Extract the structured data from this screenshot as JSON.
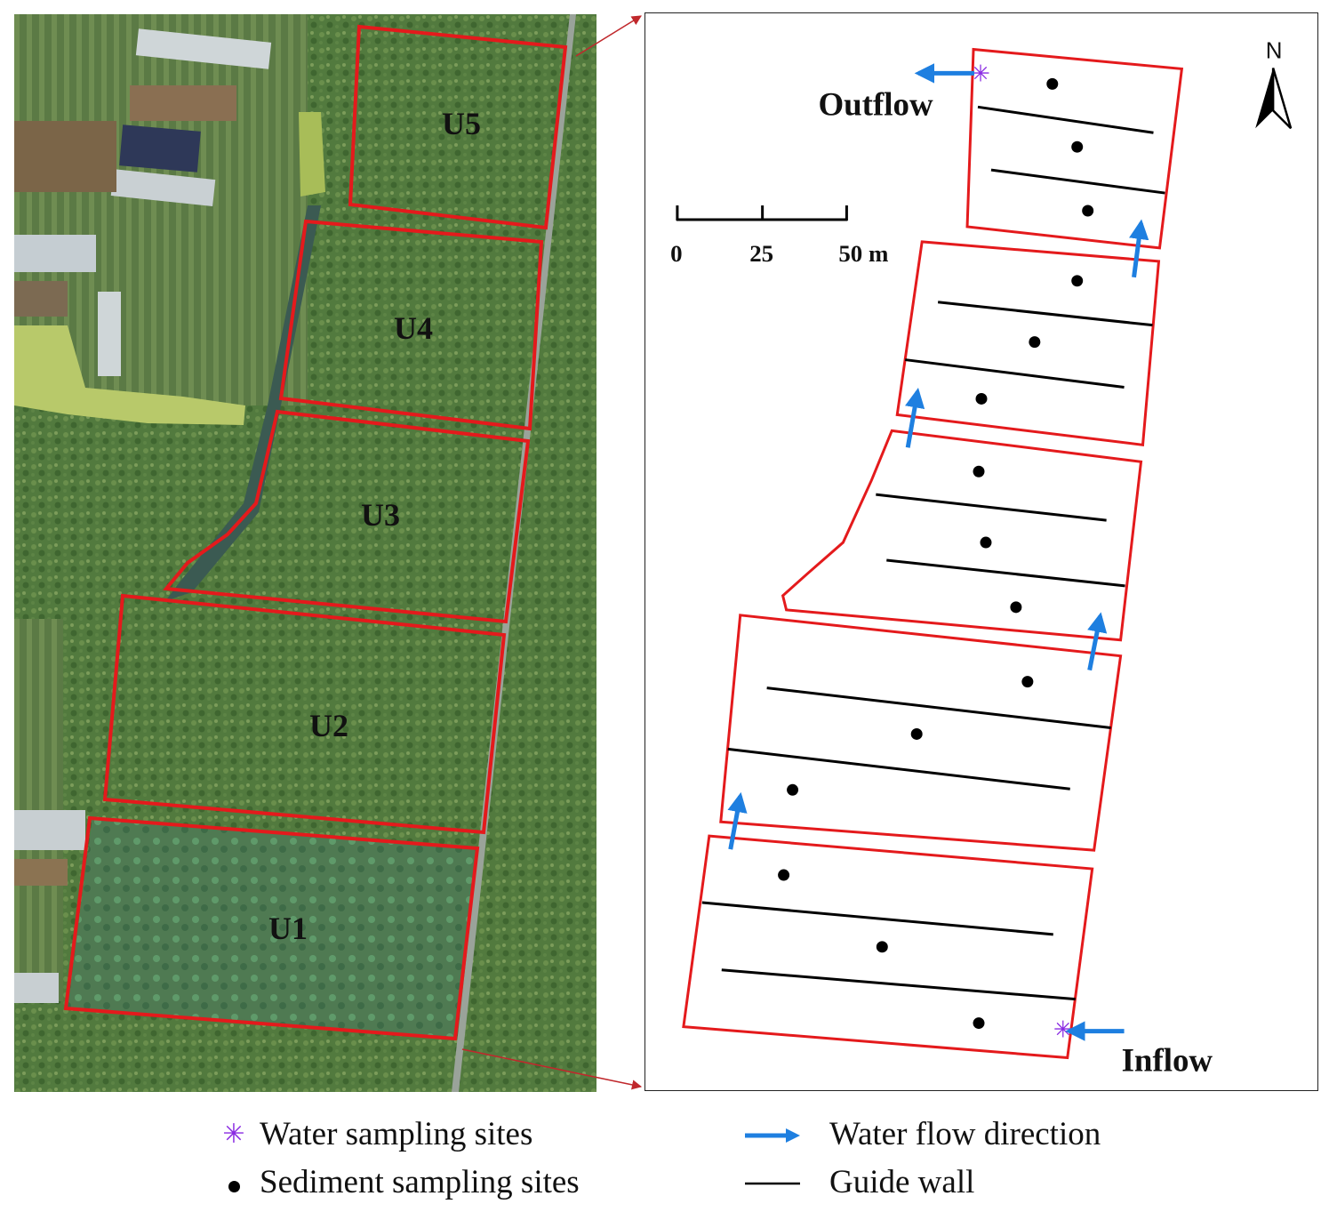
{
  "aerial": {
    "units": [
      "U1",
      "U2",
      "U3",
      "U4",
      "U5"
    ]
  },
  "schematic": {
    "outflow_label": "Outflow",
    "inflow_label": "Inflow",
    "north_label": "N",
    "scale_ticks": [
      "0",
      "25",
      "50 m"
    ]
  },
  "legend": {
    "water_sites": "Water sampling sites",
    "sediment_sites": "Sediment sampling sites",
    "flow_direction": "Water flow direction",
    "guide_wall": "Guide wall"
  },
  "colors": {
    "unit_outline": "#e41a1c",
    "flow_arrow": "#1e7fe0",
    "water_site": "#8a2be2",
    "vegetation": "#4d7a3a"
  }
}
